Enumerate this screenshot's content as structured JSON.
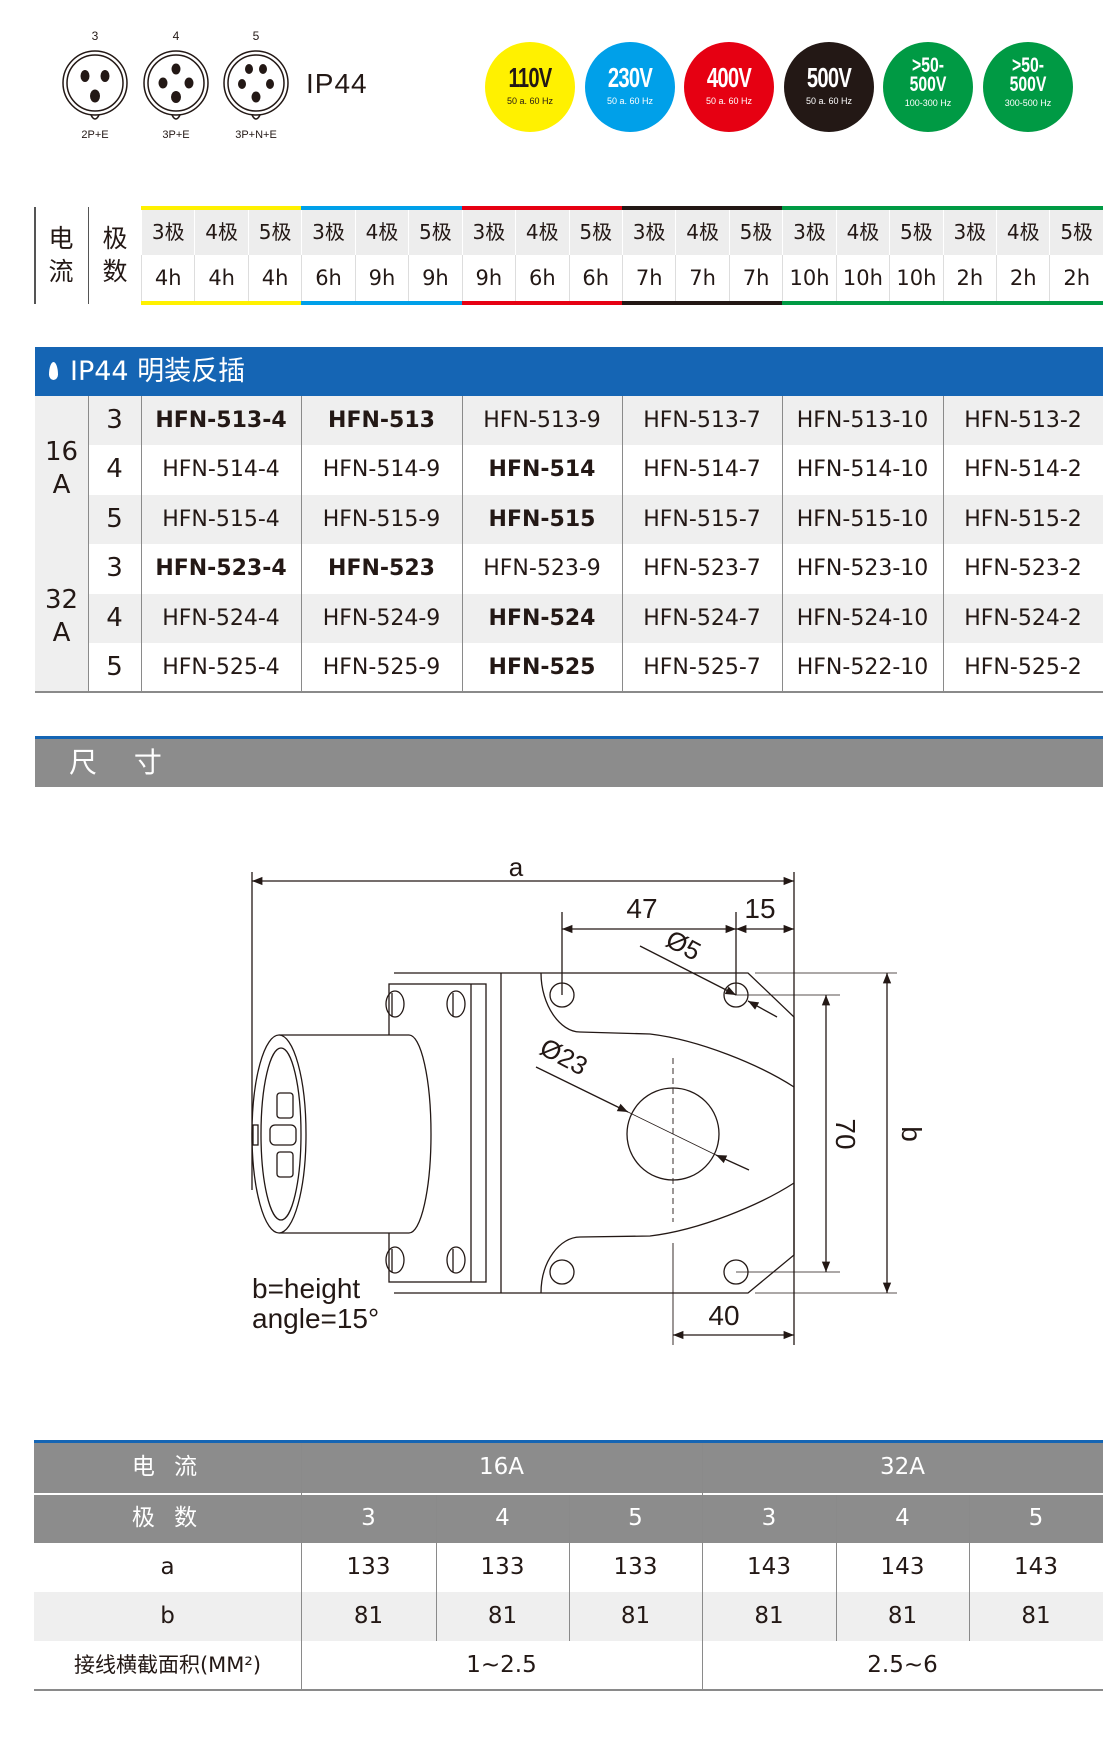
{
  "plugs": [
    {
      "poles": "3",
      "type": "2P+E"
    },
    {
      "poles": "4",
      "type": "3P+E"
    },
    {
      "poles": "5",
      "type": "3P+N+E"
    }
  ],
  "ip_rating": "IP44",
  "voltages": [
    {
      "lines": [
        "110V"
      ],
      "hz": "50 a. 60 Hz",
      "color": "#fff100",
      "text_color": "#231815"
    },
    {
      "lines": [
        "230V"
      ],
      "hz": "50 a. 60 Hz",
      "color": "#00a0e9",
      "text_color": "#ffffff"
    },
    {
      "lines": [
        "400V"
      ],
      "hz": "50 a. 60 Hz",
      "color": "#e60012",
      "text_color": "#ffffff"
    },
    {
      "lines": [
        "500V"
      ],
      "hz": "50 a. 60 Hz",
      "color": "#231815",
      "text_color": "#ffffff"
    },
    {
      "lines": [
        ">50-",
        "500V"
      ],
      "hz": "100-300 Hz",
      "color": "#009a44",
      "text_color": "#ffffff"
    },
    {
      "lines": [
        ">50-",
        "500V"
      ],
      "hz": "300-500 Hz",
      "color": "#009a44",
      "text_color": "#ffffff"
    }
  ],
  "pole_table": {
    "current_label": [
      "电",
      "流"
    ],
    "poles_label": [
      "极",
      "数"
    ],
    "poles": [
      "3极",
      "4极",
      "5极",
      "3极",
      "4极",
      "5极",
      "3极",
      "4极",
      "5极",
      "3极",
      "4极",
      "5极",
      "3极",
      "4极",
      "5极",
      "3极",
      "4极",
      "5极"
    ],
    "hours": [
      "4h",
      "4h",
      "4h",
      "6h",
      "9h",
      "9h",
      "9h",
      "6h",
      "6h",
      "7h",
      "7h",
      "7h",
      "10h",
      "10h",
      "10h",
      "2h",
      "2h",
      "2h"
    ],
    "group_colors": [
      "#fff100",
      "#00a0e9",
      "#e60012",
      "#231815",
      "#009a44",
      "#009a44"
    ]
  },
  "products": {
    "title": "IP44 明装反插",
    "groups": [
      {
        "current": [
          "16",
          "A"
        ],
        "rows": [
          {
            "poles": "3",
            "models": [
              {
                "t": "HFN-513-4",
                "b": true
              },
              {
                "t": "HFN-513",
                "b": true
              },
              {
                "t": "HFN-513-9",
                "b": false
              },
              {
                "t": "HFN-513-7",
                "b": false
              },
              {
                "t": "HFN-513-10",
                "b": false
              },
              {
                "t": "HFN-513-2",
                "b": false
              }
            ]
          },
          {
            "poles": "4",
            "models": [
              {
                "t": "HFN-514-4",
                "b": false
              },
              {
                "t": "HFN-514-9",
                "b": false
              },
              {
                "t": "HFN-514",
                "b": true
              },
              {
                "t": "HFN-514-7",
                "b": false
              },
              {
                "t": "HFN-514-10",
                "b": false
              },
              {
                "t": "HFN-514-2",
                "b": false
              }
            ]
          },
          {
            "poles": "5",
            "models": [
              {
                "t": "HFN-515-4",
                "b": false
              },
              {
                "t": "HFN-515-9",
                "b": false
              },
              {
                "t": "HFN-515",
                "b": true
              },
              {
                "t": "HFN-515-7",
                "b": false
              },
              {
                "t": "HFN-515-10",
                "b": false
              },
              {
                "t": "HFN-515-2",
                "b": false
              }
            ]
          }
        ]
      },
      {
        "current": [
          "32",
          "A"
        ],
        "rows": [
          {
            "poles": "3",
            "models": [
              {
                "t": "HFN-523-4",
                "b": true
              },
              {
                "t": "HFN-523",
                "b": true
              },
              {
                "t": "HFN-523-9",
                "b": false
              },
              {
                "t": "HFN-523-7",
                "b": false
              },
              {
                "t": "HFN-523-10",
                "b": false
              },
              {
                "t": "HFN-523-2",
                "b": false
              }
            ]
          },
          {
            "poles": "4",
            "models": [
              {
                "t": "HFN-524-4",
                "b": false
              },
              {
                "t": "HFN-524-9",
                "b": false
              },
              {
                "t": "HFN-524",
                "b": true
              },
              {
                "t": "HFN-524-7",
                "b": false
              },
              {
                "t": "HFN-524-10",
                "b": false
              },
              {
                "t": "HFN-524-2",
                "b": false
              }
            ]
          },
          {
            "poles": "5",
            "models": [
              {
                "t": "HFN-525-4",
                "b": false
              },
              {
                "t": "HFN-525-9",
                "b": false
              },
              {
                "t": "HFN-525",
                "b": true
              },
              {
                "t": "HFN-525-7",
                "b": false
              },
              {
                "t": "HFN-522-10",
                "b": false
              },
              {
                "t": "HFN-525-2",
                "b": false
              }
            ]
          }
        ]
      }
    ]
  },
  "dimensions": {
    "title": "尺 寸",
    "drawing": {
      "a": "a",
      "d47": "47",
      "d15": "15",
      "hole": "Ø5",
      "center": "Ø23",
      "d70": "70",
      "b": "b",
      "d40": "40",
      "note1": "b=height",
      "note2": "angle=15°"
    },
    "table": {
      "current_label": "电 流",
      "poles_label": "极 数",
      "currents": [
        "16A",
        "32A"
      ],
      "poles": [
        "3",
        "4",
        "5",
        "3",
        "4",
        "5"
      ],
      "a_label": "a",
      "a": [
        "133",
        "133",
        "133",
        "143",
        "143",
        "143"
      ],
      "b_label": "b",
      "b": [
        "81",
        "81",
        "81",
        "81",
        "81",
        "81"
      ],
      "wire_label": "接线横截面积(MM²)",
      "wire": [
        "1~2.5",
        "2.5~6"
      ]
    }
  }
}
